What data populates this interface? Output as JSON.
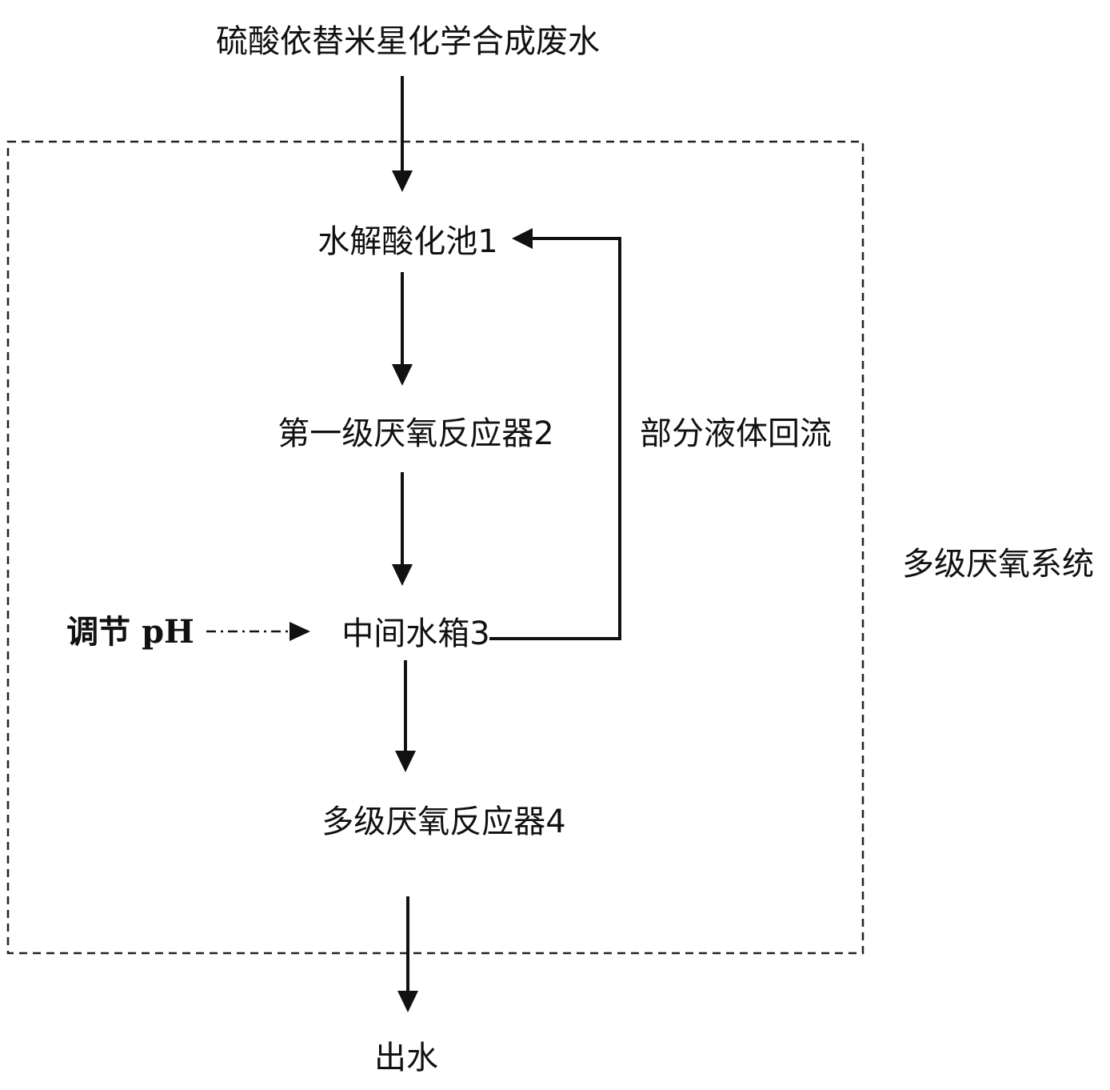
{
  "diagram": {
    "input_label": "硫酸依替米星化学合成废水",
    "system_label": "多级厌氧系统",
    "output_label": "出水",
    "nodes": {
      "hydrolysis": "水解酸化池1",
      "reactor1": "第一级厌氧反应器2",
      "tank": "中间水箱3",
      "reactor4": "多级厌氧反应器4"
    },
    "ph_label": "调节 pH",
    "recycle_label": "部分液体回流"
  }
}
